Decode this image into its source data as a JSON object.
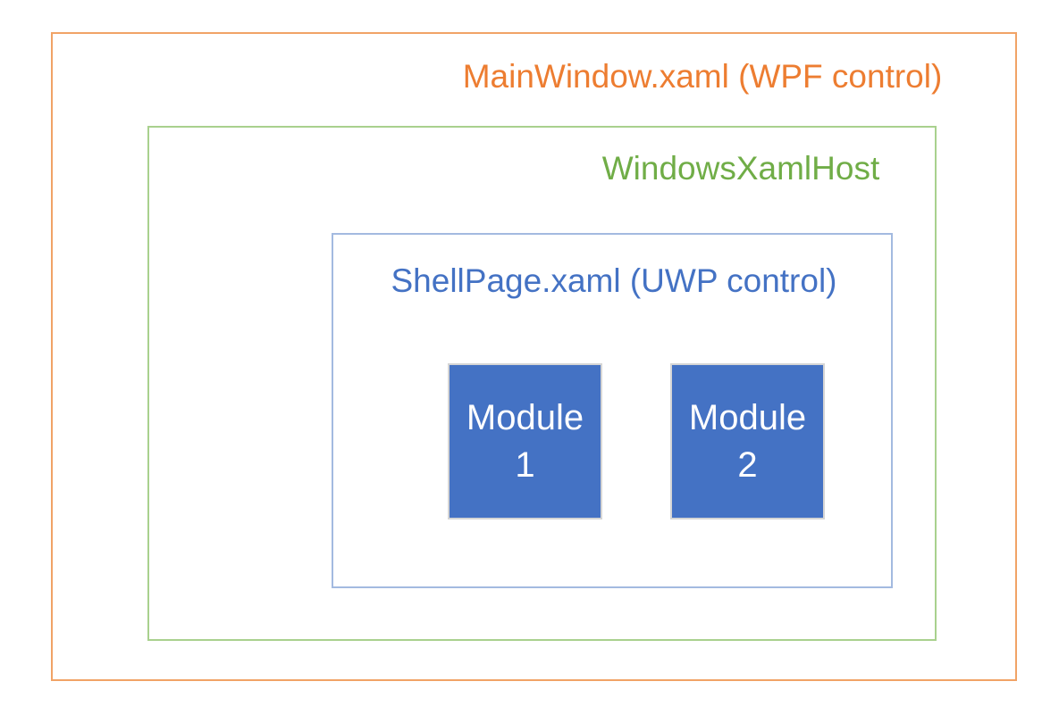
{
  "diagram": {
    "title": "MainWindow.xaml (WPF control)",
    "layers": {
      "wpf": {
        "label": "MainWindow.xaml (WPF control)",
        "text_color": "#ED7D31",
        "border_color": "#F1A366"
      },
      "xaml_host": {
        "label": "WindowsXamlHost",
        "text_color": "#70AD47",
        "border_color": "#A9D18E"
      },
      "uwp": {
        "label": "ShellPage.xaml (UWP control)",
        "text_color": "#4472C4",
        "border_color": "#A3BAE0"
      }
    },
    "modules": [
      {
        "name": "Module",
        "number": "1",
        "fill_color": "#4472C4",
        "text_color": "#FFFFFF",
        "border_color": "#D5D5D5"
      },
      {
        "name": "Module",
        "number": "2",
        "fill_color": "#4472C4",
        "text_color": "#FFFFFF",
        "border_color": "#D5D5D5"
      }
    ],
    "background_color": "#FFFFFF"
  }
}
